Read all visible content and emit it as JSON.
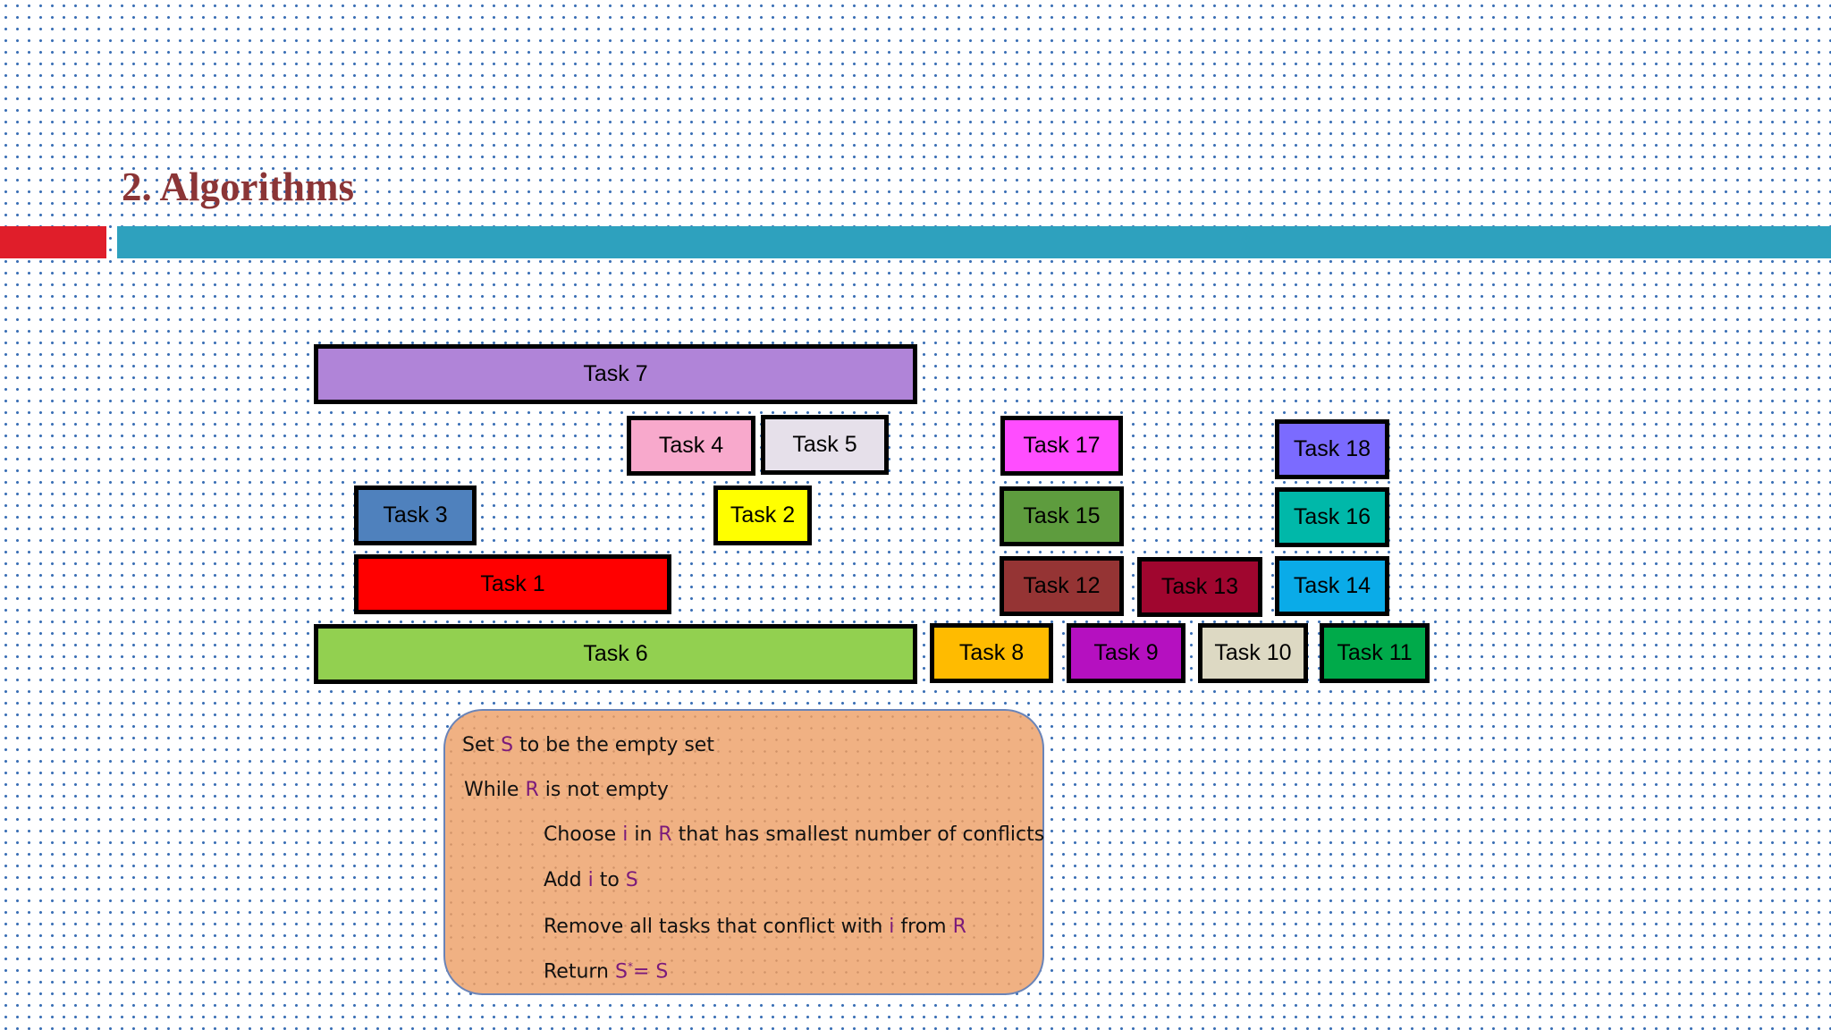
{
  "slide": {
    "title": "2. Algorithms"
  },
  "tasks": [
    {
      "id": "task-7",
      "label": "Task 7",
      "color": "#b084d8"
    },
    {
      "id": "task-4",
      "label": "Task 4",
      "color": "#f8a9cc"
    },
    {
      "id": "task-5",
      "label": "Task 5",
      "color": "#e6e0ea"
    },
    {
      "id": "task-17",
      "label": "Task 17",
      "color": "#ff4dff"
    },
    {
      "id": "task-18",
      "label": "Task 18",
      "color": "#7b6bff"
    },
    {
      "id": "task-3",
      "label": "Task 3",
      "color": "#4f81bd"
    },
    {
      "id": "task-2",
      "label": "Task 2",
      "color": "#ffff00"
    },
    {
      "id": "task-15",
      "label": "Task 15",
      "color": "#5e9c3e"
    },
    {
      "id": "task-16",
      "label": "Task 16",
      "color": "#00b8a9"
    },
    {
      "id": "task-1",
      "label": "Task 1",
      "color": "#ff0000"
    },
    {
      "id": "task-12",
      "label": "Task 12",
      "color": "#953434"
    },
    {
      "id": "task-13",
      "label": "Task 13",
      "color": "#a0062f"
    },
    {
      "id": "task-14",
      "label": "Task 14",
      "color": "#0aabe8"
    },
    {
      "id": "task-6",
      "label": "Task 6",
      "color": "#92d050"
    },
    {
      "id": "task-8",
      "label": "Task 8",
      "color": "#ffbb00"
    },
    {
      "id": "task-9",
      "label": "Task 9",
      "color": "#b510c0"
    },
    {
      "id": "task-10",
      "label": "Task 10",
      "color": "#ddd9c3"
    },
    {
      "id": "task-11",
      "label": "Task 11",
      "color": "#00aa4a"
    }
  ],
  "algorithm": {
    "line1": {
      "a": "Set ",
      "b": "S",
      "c": " to be the empty set"
    },
    "line2": {
      "a": "While ",
      "b": "R",
      "c": " is not empty"
    },
    "line3": {
      "a": "Choose ",
      "b": "i",
      "c": " in ",
      "d": "R",
      "e": " that has smallest number of conflicts"
    },
    "line4": {
      "a": "Add ",
      "b": "i",
      "c": " to ",
      "d": "S"
    },
    "line5": {
      "a": "Remove all tasks that conflict with  ",
      "b": "i",
      "c": " from ",
      "d": "R"
    },
    "line6": {
      "a": "Return ",
      "b": "S",
      "sup": "*",
      "c": "= S"
    }
  }
}
